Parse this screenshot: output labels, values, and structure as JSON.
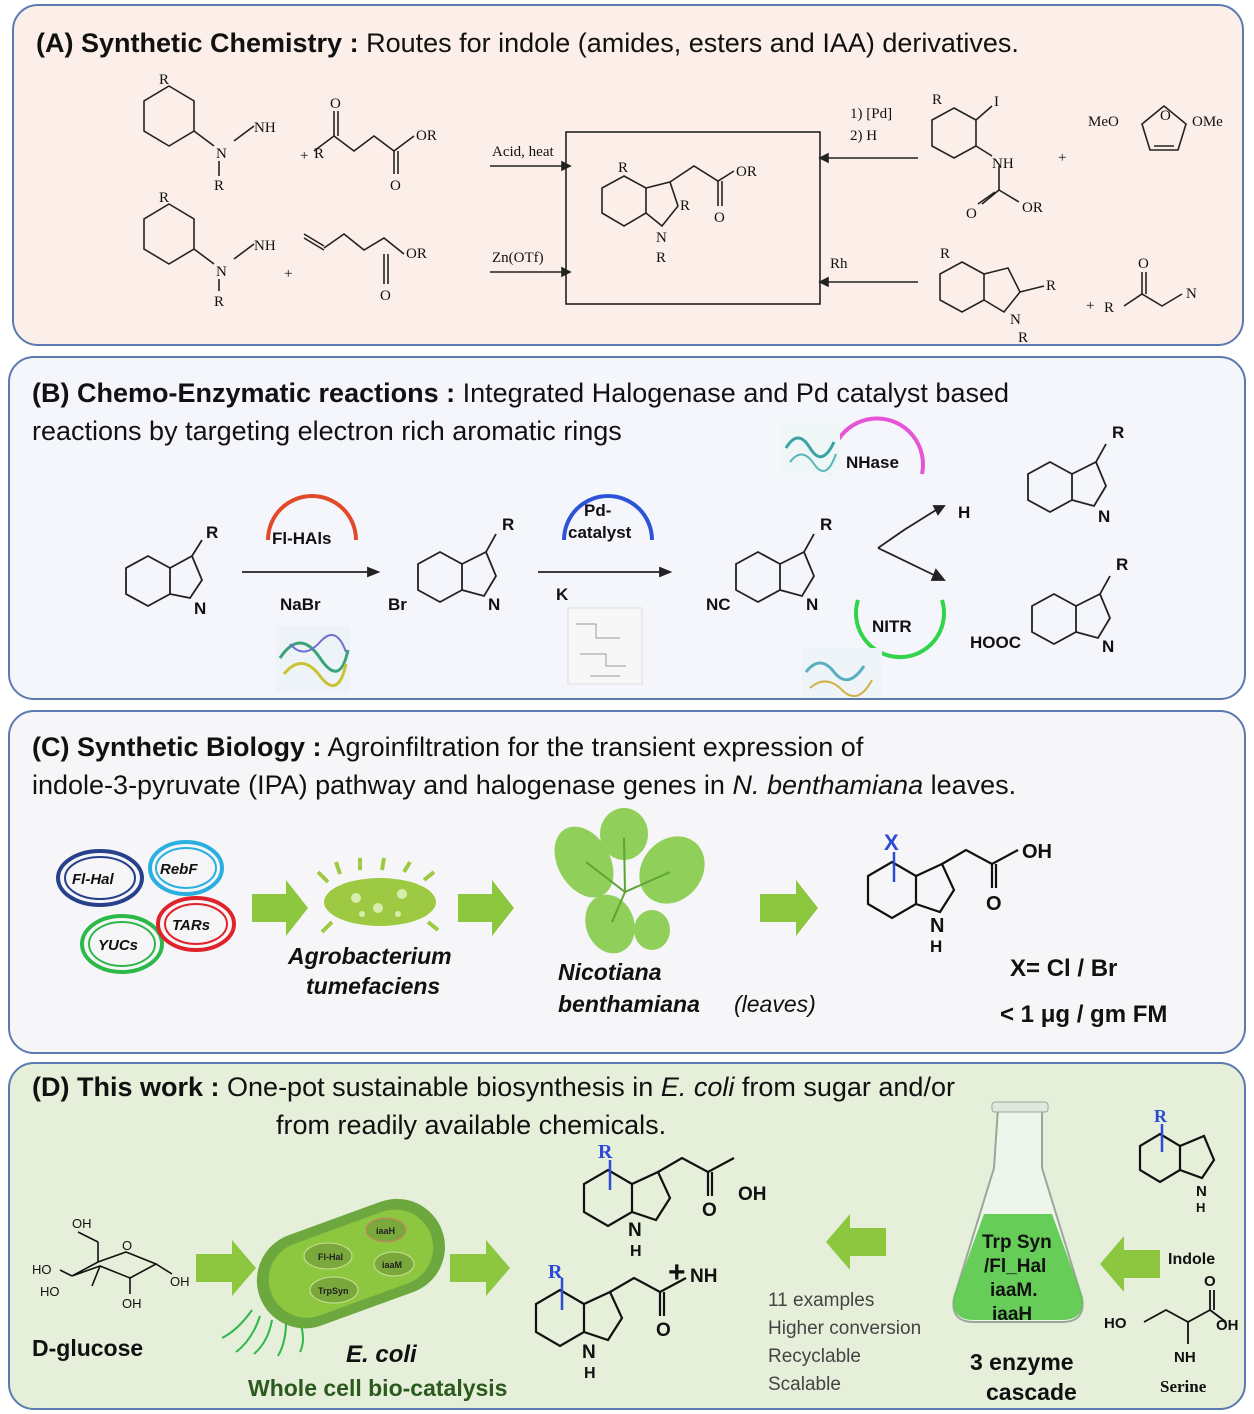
{
  "panel_a": {
    "label": "(A)",
    "heading": "Synthetic Chemistry :",
    "text": "Routes for indole (amides, esters and IAA) derivatives.",
    "cond_acid": "Acid, heat",
    "cond_zn": "Zn(OTf)",
    "cond_pd1": "1) [Pd]",
    "cond_pd2": "2) H",
    "cond_rh": "Rh",
    "atoms": {
      "R": "R",
      "N": "N",
      "NH2": "NH",
      "NH": "NH",
      "O": "O",
      "OR3": "OR",
      "OR4": "OR",
      "R1": "R",
      "R2": "R",
      "I": "I",
      "MeO": "MeO",
      "OMe": "OMe",
      "N2": "N",
      "R3O": "R"
    },
    "plus": "+"
  },
  "panel_b": {
    "label": "(B)",
    "heading": "Chemo-Enzymatic reactions :",
    "text1": "Integrated Halogenase and Pd catalyst based",
    "text2": "reactions by targeting  electron rich aromatic rings",
    "enz_halo": "Fl-HAls",
    "reagent_nabr": "NaBr",
    "enz_pd1": "Pd-",
    "enz_pd2": "catalyst",
    "reagent_k4": "K",
    "enz_nhase": "NHase",
    "enz_nitr": "NITR",
    "sub_br": "Br",
    "sub_nc": "NC",
    "sub_h2noc": "H",
    "sub_hooc": "HOOC",
    "atom_r": "R",
    "atom_n": "N"
  },
  "panel_c": {
    "label": "(C)",
    "heading": "Synthetic Biology :",
    "text1": "Agroinfiltration for the transient expression of",
    "text2a": "indole-3-pyruvate (IPA) pathway and halogenase genes in",
    "text2b": "N. benthamiana",
    "text2c": "leaves.",
    "plasmids": [
      "Fl-Hal",
      "RebF",
      "TARs",
      "YUCs"
    ],
    "bacterium1": "Agrobacterium",
    "bacterium2": "tumefaciens",
    "plant1": "Nicotiana",
    "plant2": "benthamiana",
    "plant3": "(leaves)",
    "atom_x": "X",
    "atom_oh": "OH",
    "atom_o": "O",
    "atom_nh": "N",
    "atom_h": "H",
    "halogen": "X= Cl / Br",
    "yield": "< 1 μg / gm FM"
  },
  "panel_d": {
    "label": "(D)",
    "heading": "This work :",
    "text1a": "One-pot sustainable biosynthesis in",
    "text1b": "E. coli",
    "text1c": "from sugar and/or",
    "text2": "from readily available chemicals.",
    "glucose": "D-glucose",
    "glucose_oh": "OH",
    "glucose_ho": "HO",
    "glucose_o": "O",
    "ecoli": "E. coli",
    "whole_cell": "Whole cell bio-catalysis",
    "cell_labels": [
      "Fl-Hal",
      "iaaH",
      "TrpSyn",
      "iaaM"
    ],
    "plus": "+",
    "atom_r": "R",
    "atom_oh": "OH",
    "atom_o": "O",
    "atom_n": "N",
    "atom_h": "H",
    "atom_nh2": "NH",
    "features": [
      "11 examples",
      "Higher conversion",
      "Recyclable",
      "Scalable"
    ],
    "flask_lines": [
      "Trp Syn",
      "/Fl_Hal",
      "iaaM.",
      "iaaH"
    ],
    "cascade1": "3 enzyme",
    "cascade2": "cascade",
    "indole": "Indole",
    "serine": "Serine",
    "serine_ho": "HO",
    "serine_oh": "OH",
    "serine_nh2": "NH"
  },
  "colors": {
    "border": "#5c7ab0",
    "panel_a_bg": "#fcefe9",
    "panel_b_bg": "#f4f6fb",
    "panel_c_bg": "#f6f6f8",
    "panel_d_bg": "#e6efd9",
    "green_arrow": "#8dc63f",
    "r_blue": "#1f3fbf"
  }
}
